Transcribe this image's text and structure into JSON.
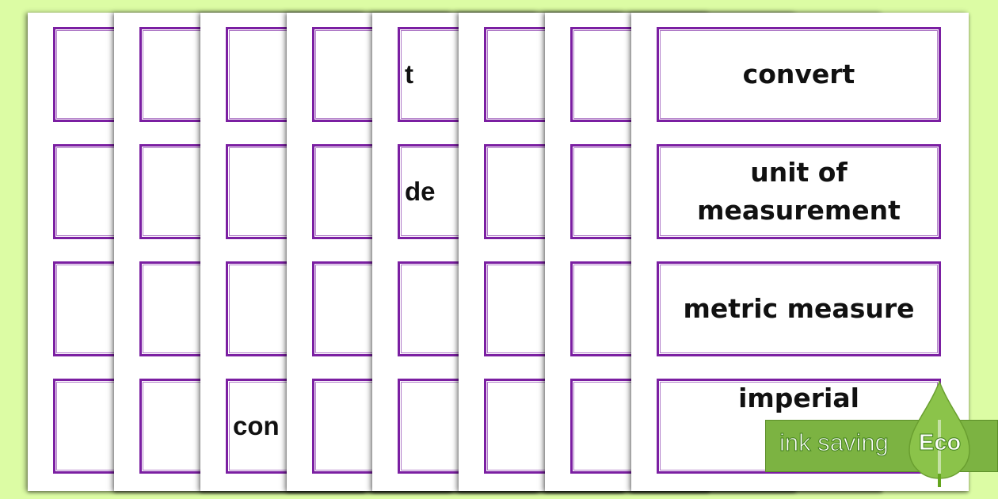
{
  "pages": [
    {
      "fragments": [
        "",
        "",
        "",
        ""
      ]
    },
    {
      "fragments": [
        "",
        "",
        "",
        ""
      ]
    },
    {
      "fragments": [
        "",
        "",
        "",
        "con"
      ]
    },
    {
      "fragments": [
        "",
        "",
        "",
        ""
      ]
    },
    {
      "fragments": [
        "t",
        "de",
        "",
        ""
      ]
    },
    {
      "fragments": [
        "",
        "",
        "",
        ""
      ]
    },
    {
      "fragments": [
        "",
        "",
        "",
        ""
      ]
    }
  ],
  "front_page": {
    "cards": [
      "convert",
      "unit of measurement",
      "metric measure",
      "imperial"
    ]
  },
  "badge": {
    "text": "ink saving",
    "label": "Eco"
  },
  "colors": {
    "background": "#dcfca4",
    "card_border": "#7b1fa2",
    "badge": "#7cb342"
  }
}
